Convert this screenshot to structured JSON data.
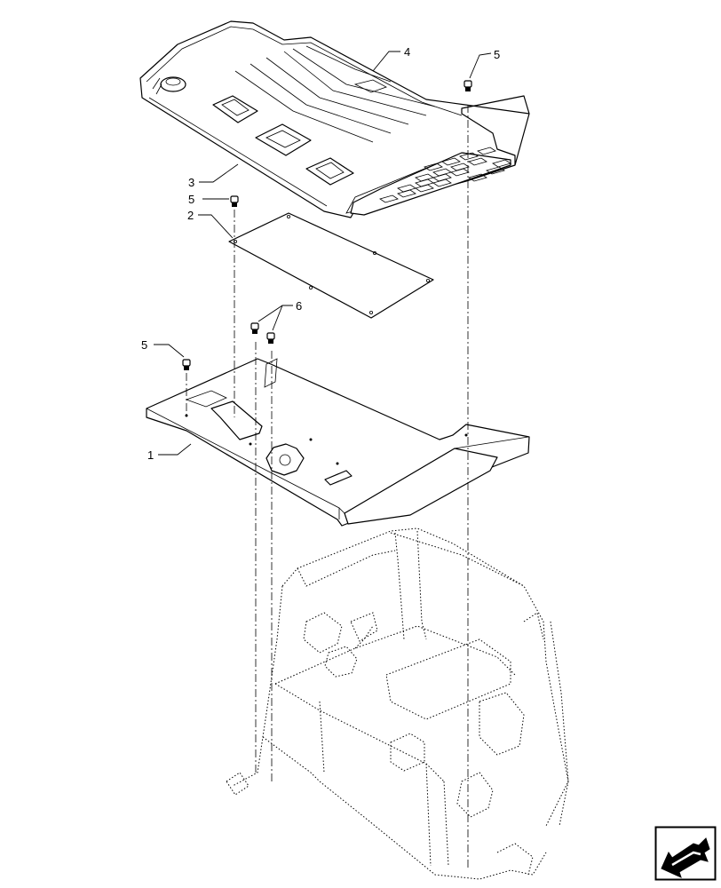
{
  "callouts": [
    {
      "id": "c1",
      "text": "1"
    },
    {
      "id": "c2",
      "text": "2"
    },
    {
      "id": "c3",
      "text": "3"
    },
    {
      "id": "c4",
      "text": "4"
    },
    {
      "id": "c5a",
      "text": "5"
    },
    {
      "id": "c5b",
      "text": "5"
    },
    {
      "id": "c5c",
      "text": "5"
    },
    {
      "id": "c6",
      "text": "6"
    }
  ],
  "nav": {
    "icon": "arrow-navigation-icon"
  }
}
